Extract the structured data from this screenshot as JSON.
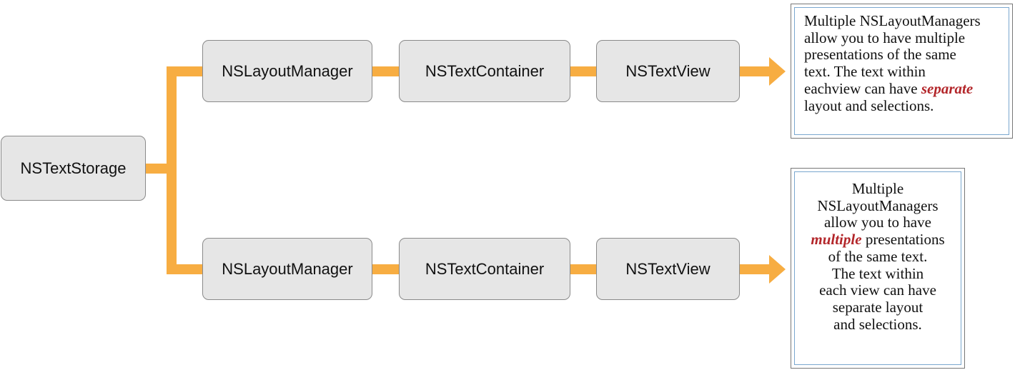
{
  "colors": {
    "connector": "#f7ad42",
    "node_fill": "#e6e6e6",
    "node_border": "#8a8a8a",
    "emphasis_text": "#b3262a",
    "textbox_inner_border": "#7aa7cf"
  },
  "storage": {
    "label": "NSTextStorage"
  },
  "chains": [
    {
      "layout_manager": "NSLayoutManager",
      "text_container": "NSTextContainer",
      "text_view": "NSTextView"
    },
    {
      "layout_manager": "NSLayoutManager",
      "text_container": "NSTextContainer",
      "text_view": "NSTextView"
    }
  ],
  "notes": {
    "top": {
      "line1": "Multiple NSLayoutManagers",
      "line2": "allow you to have multiple",
      "line3": "presentations of the same",
      "line4": "text. The text within",
      "line5_before": "eachview can have ",
      "line5_em": "separate",
      "line6": "layout and selections."
    },
    "bottom": {
      "line1": "Multiple",
      "line2": "NSLayoutManagers",
      "line3": "allow you to have",
      "line4_em": "multiple",
      "line4_after": " presentations",
      "line5": "of the same text.",
      "line6": "The text within",
      "line7": "each view can have",
      "line8": "separate layout",
      "line9": "and selections."
    }
  }
}
